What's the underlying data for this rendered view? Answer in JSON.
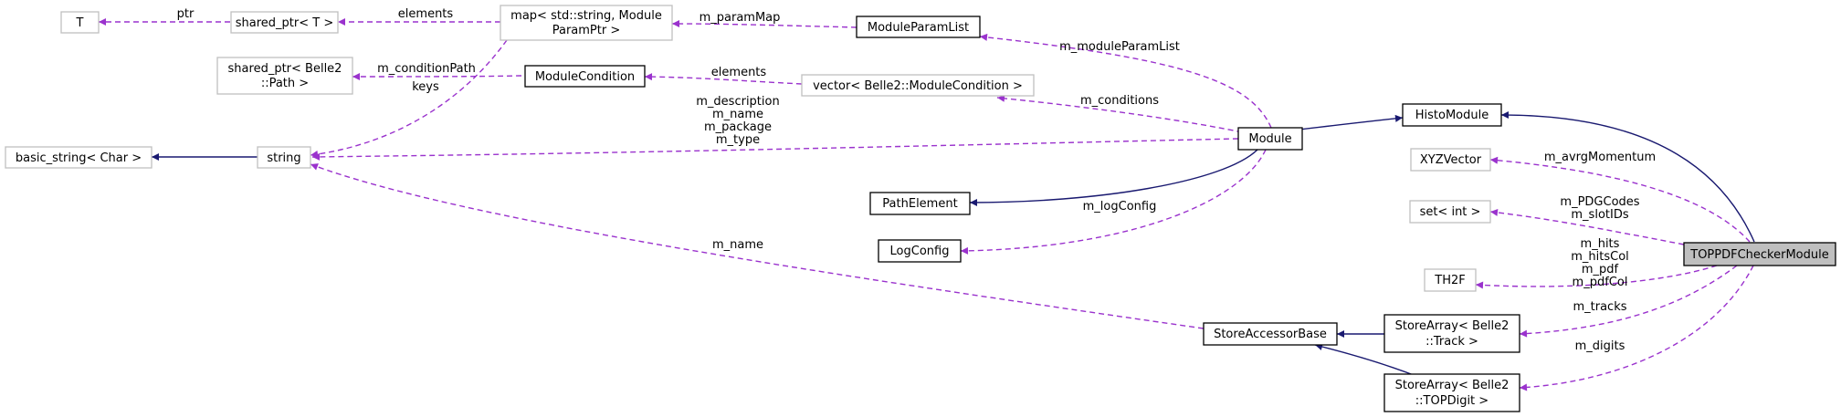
{
  "nodes": {
    "t": "T",
    "shared_ptr_t": "shared_ptr< T >",
    "map_line1": "map< std::string, Module",
    "map_line2": "ParamPtr >",
    "module_param_list": "ModuleParamList",
    "shared_ptr_path_line1": "shared_ptr< Belle2",
    "shared_ptr_path_line2": "::Path >",
    "module_condition": "ModuleCondition",
    "vector_condition": "vector< Belle2::ModuleCondition >",
    "basic_string": "basic_string< Char >",
    "string": "string",
    "module": "Module",
    "histo_module": "HistoModule",
    "xyz_vector": "XYZVector",
    "set_int": "set< int >",
    "th2f": "TH2F",
    "topdf_checker": "TOPPDFCheckerModule",
    "path_element": "PathElement",
    "log_config": "LogConfig",
    "store_accessor_base": "StoreAccessorBase",
    "store_array_track_line1": "StoreArray< Belle2",
    "store_array_track_line2": "::Track >",
    "store_array_digit_line1": "StoreArray< Belle2",
    "store_array_digit_line2": "::TOPDigit >"
  },
  "edge_labels": {
    "ptr": "ptr",
    "elements_map": "elements",
    "m_param_map": "m_paramMap",
    "m_module_param_list": "m_moduleParamList",
    "m_condition_path": "m_conditionPath",
    "keys": "keys",
    "elements_vector": "elements",
    "m_conditions": "m_conditions",
    "string_members": [
      "m_description",
      "m_name",
      "m_package",
      "m_type"
    ],
    "m_log_config": "m_logConfig",
    "m_name_store": "m_name",
    "m_avrg_momentum": "m_avrgMomentum",
    "set_members": [
      "m_PDGCodes",
      "m_slotIDs"
    ],
    "th2f_members": [
      "m_hits",
      "m_hitsCol",
      "m_pdf",
      "m_pdfCol"
    ],
    "m_tracks": "m_tracks",
    "m_digits": "m_digits"
  },
  "colors": {
    "inheritance_edge": "#191970",
    "usage_edge": "#9a32cd",
    "focus_node_fill": "#bfbfbf",
    "external_node_border": "#bfbfbf"
  }
}
